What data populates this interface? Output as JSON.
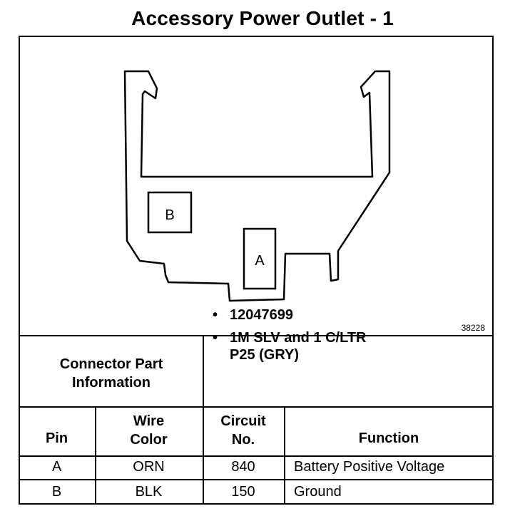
{
  "title": "Accessory Power Outlet - 1",
  "diagram": {
    "figure_number": "38228",
    "cavity_labels": [
      "B",
      "A"
    ]
  },
  "connector_info": {
    "label_line1": "Connector Part",
    "label_line2": "Information",
    "part_number": "12047699",
    "description_line1": "1M SLV and 1 C/LTR",
    "description_line2": "P25 (GRY)",
    "bullet": "•"
  },
  "table": {
    "headers": {
      "pin": "Pin",
      "wire_color_1": "Wire",
      "wire_color_2": "Color",
      "circuit_1": "Circuit",
      "circuit_2": "No.",
      "function": "Function"
    },
    "rows": [
      {
        "pin": "A",
        "wire_color": "ORN",
        "circuit": "840",
        "function": "Battery Positive Voltage"
      },
      {
        "pin": "B",
        "wire_color": "BLK",
        "circuit": "150",
        "function": "Ground"
      }
    ]
  }
}
